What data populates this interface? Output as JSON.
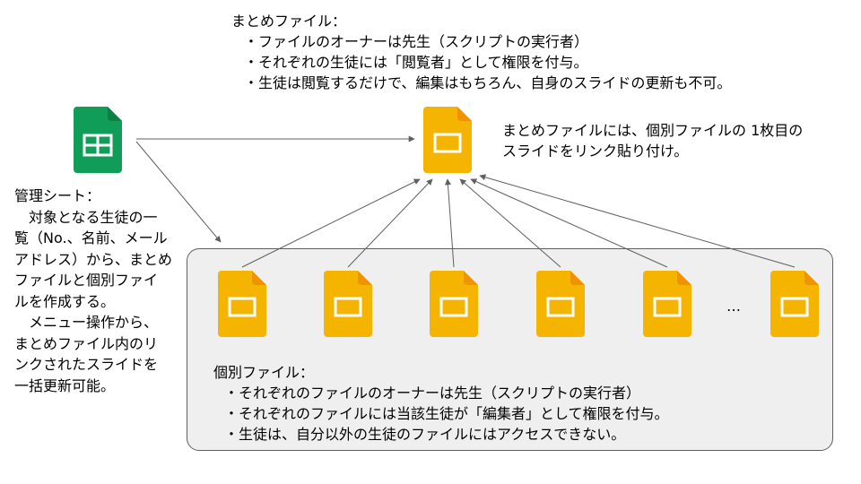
{
  "summary_note": {
    "title": "まとめファイル：",
    "bullets": [
      "・ファイルのオーナーは先生（スクリプトの実行者）",
      "・それぞれの生徒には「閲覧者」として権限を付与。",
      "・生徒は閲覧するだけで、編集はもちろん、自身のスライドの更新も不可。"
    ]
  },
  "summary_side_note": {
    "lines": [
      "まとめファイルには、個別ファイルの 1枚目の",
      "スライドをリンク貼り付け。"
    ]
  },
  "admin_note": {
    "lines": [
      "管理シート：",
      "　対象となる生徒の一",
      "覧（No.、名前、メール",
      "アドレス）から、まとめ",
      "ファイルと個別ファイ",
      "ルを作成する。",
      "　メニュー操作から、",
      "まとめファイル内のリ",
      "ンクされたスライドを",
      "一括更新可能。"
    ]
  },
  "individual_note": {
    "title": "個別ファイル：",
    "bullets": [
      "・それぞれのファイルのオーナーは先生（スクリプトの実行者）",
      "・それぞれのファイルには当該生徒が「編集者」として権限を付与。",
      "・生徒は、自分以外の生徒のファイルにはアクセスできない。"
    ]
  },
  "ellipsis": "…",
  "icons": {
    "sheets": "google-sheets-icon",
    "slides": "google-slides-icon"
  },
  "colors": {
    "sheets_green": "#0f9d58",
    "sheets_dark": "#0b8043",
    "slides_yellow": "#f4b400",
    "slides_fold": "#f09300",
    "box_fill": "#efefef",
    "arrow": "#5f5f5f"
  }
}
